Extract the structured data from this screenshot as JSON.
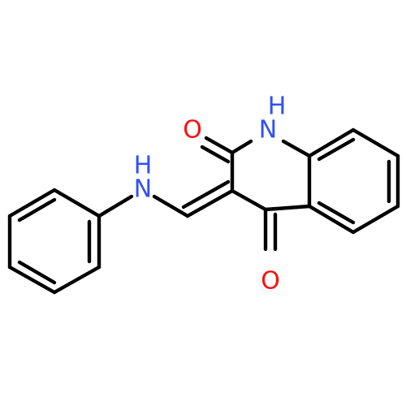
{
  "colors": {
    "background": "#ffffff",
    "bond": "#000000",
    "oxygen": "#ff0d0d",
    "nitrogen": "#3050f8"
  },
  "atoms": {
    "o_lactam": "O",
    "n_ring": "N",
    "h_ring": "H",
    "n_amine": "N",
    "h_amine": "H",
    "o_ketone": "O"
  }
}
